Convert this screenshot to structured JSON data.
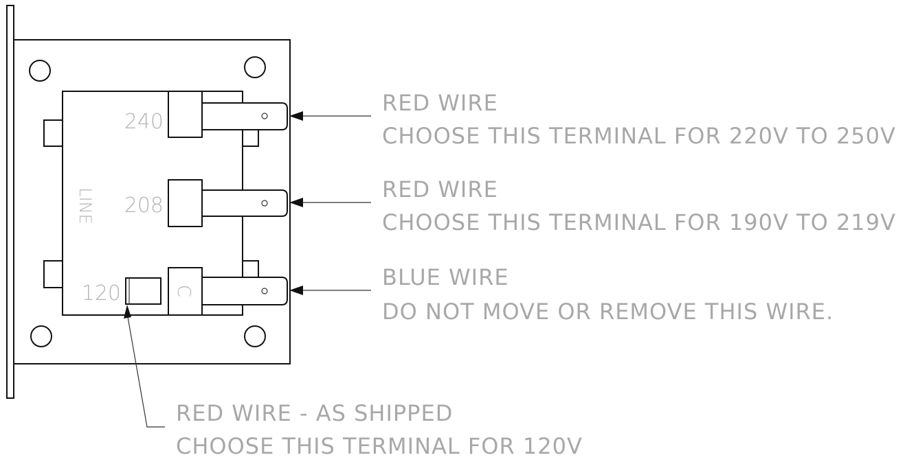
{
  "terminals": {
    "t240": "240",
    "t208": "208",
    "t120": "120",
    "common": "C",
    "line": "LINE"
  },
  "callouts": [
    {
      "heading": "RED WIRE",
      "detail": "CHOOSE THIS TERMINAL FOR 220V TO 250V"
    },
    {
      "heading": "RED WIRE",
      "detail": "CHOOSE THIS TERMINAL FOR 190V TO 219V"
    },
    {
      "heading": "BLUE WIRE",
      "detail": "DO NOT MOVE OR REMOVE THIS WIRE."
    },
    {
      "heading": "RED WIRE - AS SHIPPED",
      "detail": "CHOOSE THIS TERMINAL FOR 120V"
    }
  ]
}
